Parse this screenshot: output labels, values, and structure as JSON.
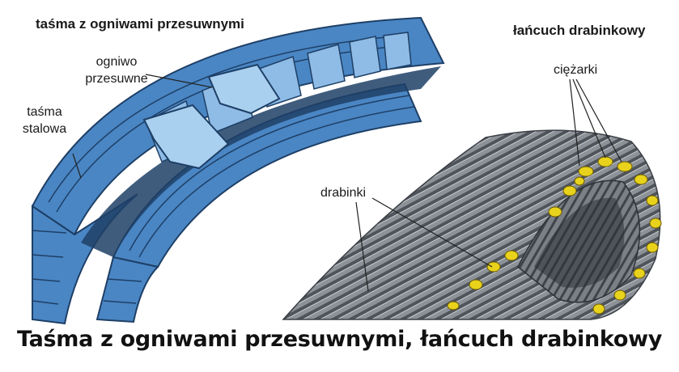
{
  "labels": {
    "belt_title": "taśma z ogniwami przesuwnymi",
    "chain_title": "łańcuch drabinkowy",
    "sliding_link": "ogniwo przesuwne",
    "steel_band": "taśma stalowa",
    "weights": "ciężarki",
    "ladders": "drabinki"
  },
  "caption": "Taśma z ogniwami przesuwnymi, łańcuch drabinkowy",
  "colors": {
    "belt_blue": "#4a86c4",
    "belt_light": "#8fbce6",
    "belt_dark": "#1e3f66",
    "chain_gray": "#6f747a",
    "weight_yellow": "#e8d21c",
    "leader_line": "#222222"
  }
}
